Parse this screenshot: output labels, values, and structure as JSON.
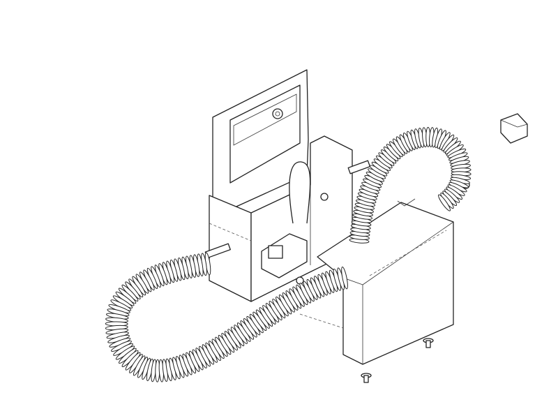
{
  "drawing": {
    "style": "line-art",
    "colors": {
      "background": "#ffffff",
      "line": "#222222"
    },
    "components": [
      "mounting-plate",
      "bracket-box",
      "thermostat",
      "heating-coil-lower",
      "heating-coil-upper",
      "junction-box",
      "wire-harness",
      "connector",
      "screws"
    ]
  }
}
